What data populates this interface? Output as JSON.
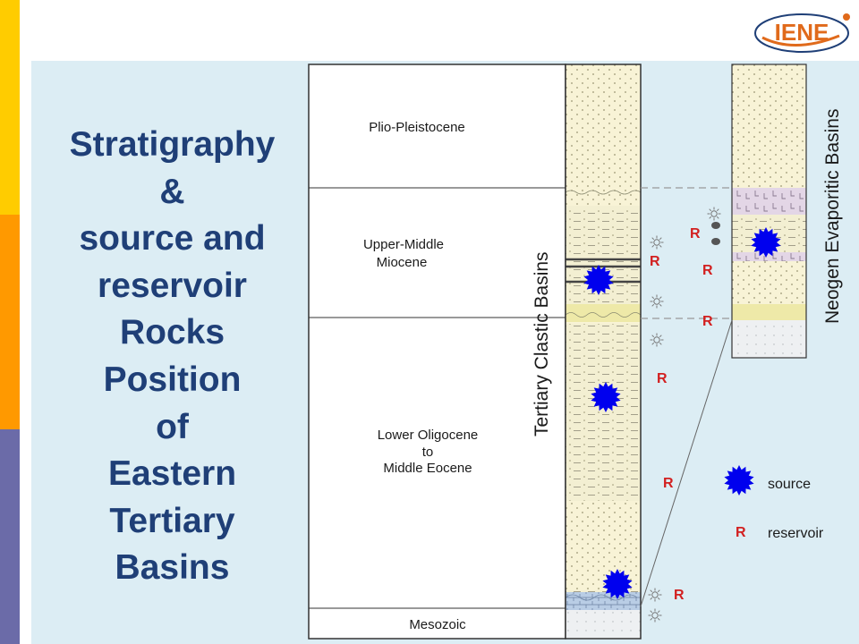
{
  "title_lines": [
    "Stratigraphy",
    "&",
    "source and",
    "reservoir",
    "Rocks",
    "Position",
    "of",
    "Eastern",
    "Tertiary",
    "Basins"
  ],
  "logo": "IENE",
  "colors": {
    "title": "#1f3f77",
    "panel": "#dcedf4",
    "source_star": "#0000ee",
    "reservoir": "#d22020",
    "bar_yellow": "#ffcc00",
    "bar_orange": "#ff9900",
    "bar_purple": "#6b6ba8"
  },
  "periods": [
    "Plio-Pleistocene",
    "Upper-Middle",
    "Miocene",
    "Lower Oligocene",
    "to",
    "Middle Eocene",
    "Mesozoic"
  ],
  "column_titles": {
    "clastic": "Tertiary Clastic Basins",
    "evaporitic": "Neogen Evaporitic Basins"
  },
  "legend": {
    "source": "source",
    "reservoir": "reservoir",
    "reservoir_symbol": "R"
  },
  "icons": [
    "source-star-icon",
    "sun-icon",
    "dot-icon"
  ]
}
